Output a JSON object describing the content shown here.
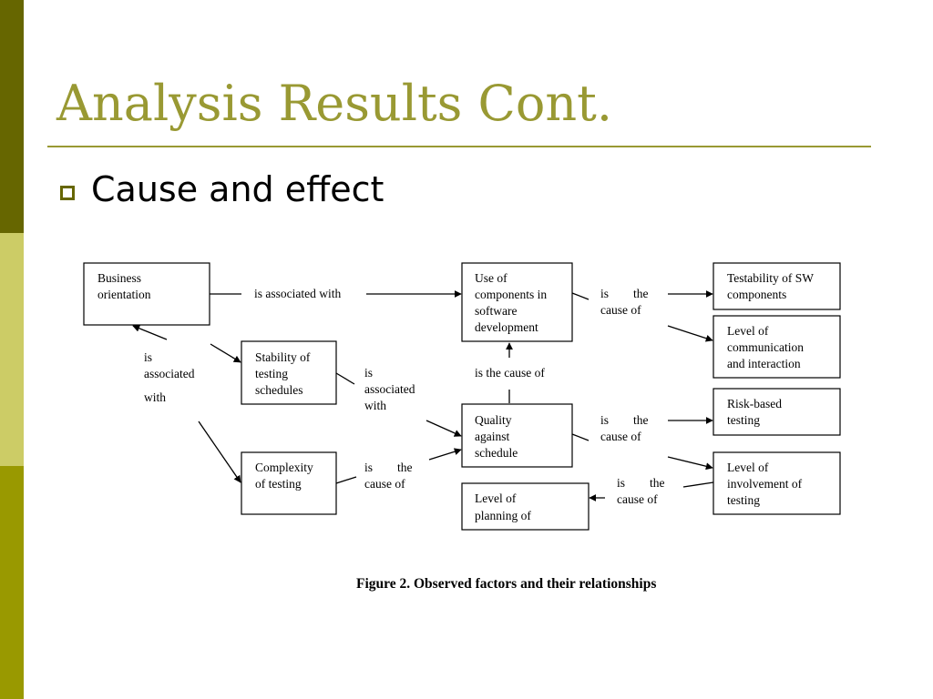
{
  "slide": {
    "title": "Analysis Results Cont.",
    "bullet": "Cause and effect"
  },
  "colors": {
    "title": "#999933",
    "sidebar_top": "#666600",
    "sidebar_middle": "#cccc66",
    "sidebar_bottom": "#999900",
    "bullet": "#666600"
  },
  "diagram": {
    "nodes": [
      {
        "id": "business-orientation",
        "lines": [
          "Business",
          "orientation"
        ]
      },
      {
        "id": "stability",
        "lines": [
          "Stability   of",
          "testing",
          "schedules"
        ]
      },
      {
        "id": "complexity",
        "lines": [
          "Complexity",
          "of testing"
        ]
      },
      {
        "id": "use-of-components",
        "lines": [
          "Use of",
          "components in",
          "software",
          "development"
        ]
      },
      {
        "id": "quality",
        "lines": [
          "Quality",
          "against",
          "schedule"
        ]
      },
      {
        "id": "level-of-planning",
        "lines": [
          "Level of",
          "planning of"
        ]
      },
      {
        "id": "testability",
        "lines": [
          "Testability of SW",
          "components"
        ]
      },
      {
        "id": "communication",
        "lines": [
          "Level of",
          "communication",
          "and interaction"
        ]
      },
      {
        "id": "risk-based",
        "lines": [
          "Risk-based",
          "testing"
        ]
      },
      {
        "id": "involvement",
        "lines": [
          "Level of",
          "involvement of",
          "testing"
        ]
      }
    ],
    "edge_labels": [
      {
        "id": "assoc-top",
        "lines": [
          "is associated with"
        ]
      },
      {
        "id": "assoc-left",
        "lines": [
          "is",
          "associated",
          "with"
        ]
      },
      {
        "id": "assoc-mid",
        "lines": [
          "is",
          "associated",
          "with"
        ]
      },
      {
        "id": "cause-complexity",
        "lines": [
          "is        the",
          "cause of"
        ]
      },
      {
        "id": "cause-up",
        "lines": [
          "is the cause of"
        ]
      },
      {
        "id": "cause-use",
        "lines": [
          "is        the",
          "cause of"
        ]
      },
      {
        "id": "cause-quality",
        "lines": [
          "is        the",
          "cause of"
        ]
      },
      {
        "id": "cause-planning",
        "lines": [
          "is        the",
          "cause of"
        ]
      }
    ],
    "caption": "Figure 2. Observed factors and their relationships"
  }
}
